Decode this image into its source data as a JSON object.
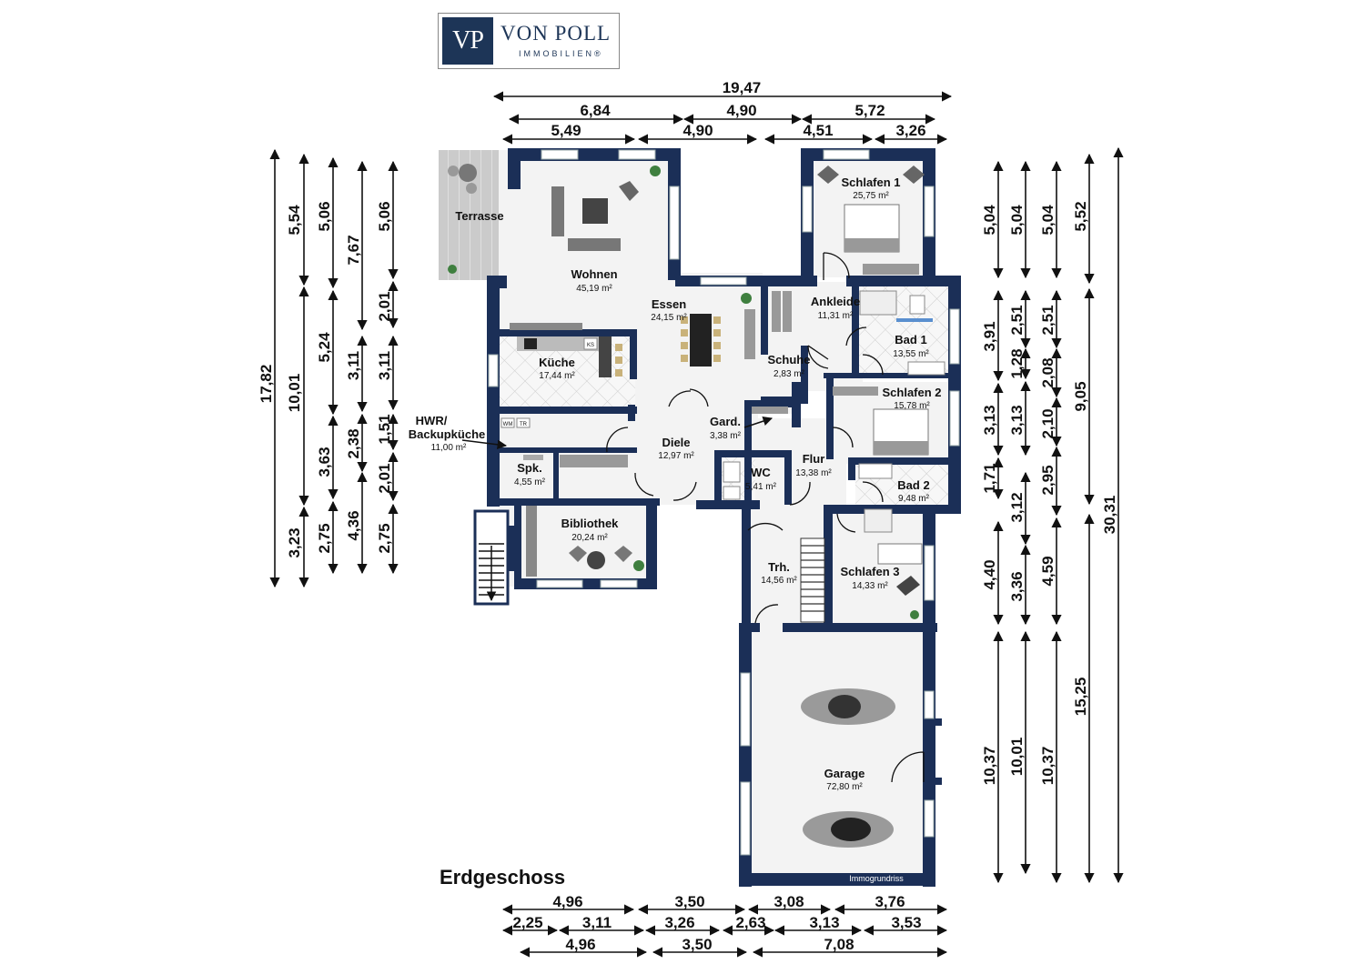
{
  "logo": {
    "mark": "VP",
    "name": "VON POLL",
    "sub": "IMMOBILIEN®"
  },
  "floor_title": "Erdgeschoss",
  "watermark": "Immogrundriss",
  "rooms": {
    "terrasse": {
      "name": "Terrasse"
    },
    "wohnen": {
      "name": "Wohnen",
      "area": "45,19 m²"
    },
    "essen": {
      "name": "Essen",
      "area": "24,15 m²"
    },
    "kueche": {
      "name": "Küche",
      "area": "17,44 m²"
    },
    "hwr": {
      "name1": "HWR/",
      "name2": "Backupküche",
      "area": "11,00 m²"
    },
    "spk": {
      "name": "Spk.",
      "area": "4,55 m²"
    },
    "bibliothek": {
      "name": "Bibliothek",
      "area": "20,24 m²"
    },
    "diele": {
      "name": "Diele",
      "area": "12,97 m²"
    },
    "gard": {
      "name": "Gard.",
      "area": "3,38 m²"
    },
    "wc": {
      "name": "WC",
      "area": "5,41 m²"
    },
    "flur": {
      "name": "Flur",
      "area": "13,38 m²"
    },
    "schuhe": {
      "name": "Schuhe",
      "area": "2,83 m²"
    },
    "ankleide": {
      "name": "Ankleide",
      "area": "11,31 m²"
    },
    "schlafen1": {
      "name": "Schlafen 1",
      "area": "25,75 m²"
    },
    "bad1": {
      "name": "Bad 1",
      "area": "13,55 m²"
    },
    "schlafen2": {
      "name": "Schlafen 2",
      "area": "15,78 m²"
    },
    "bad2": {
      "name": "Bad 2",
      "area": "9,48 m²"
    },
    "trh": {
      "name": "Trh.",
      "area": "14,56 m²"
    },
    "schlafen3": {
      "name": "Schlafen 3",
      "area": "14,33 m²"
    },
    "garage": {
      "name": "Garage",
      "area": "72,80 m²"
    }
  },
  "appliances": {
    "wm": "WM",
    "tr": "TR",
    "ks": "KS"
  },
  "dims": {
    "top": {
      "r1": [
        "19,47"
      ],
      "r2": [
        "6,84",
        "4,90",
        "5,72"
      ],
      "r3": [
        "5,49",
        "4,90",
        "4,51",
        "3,26"
      ]
    },
    "left": {
      "c1": [
        "17,82"
      ],
      "c2": [
        "5,54",
        "10,01",
        "3,23"
      ],
      "c3": [
        "5,06",
        "5,24",
        "3,63",
        "2,75"
      ],
      "c4": [
        "7,67",
        "3,11",
        "2,38",
        "4,36"
      ],
      "c5": [
        "5,06",
        "2,01",
        "3,11",
        "1,51",
        "2,01",
        "2,75"
      ]
    },
    "right": {
      "c1": [
        "5,04",
        "3,91",
        "3,13",
        "1,71",
        "4,40",
        "10,37"
      ],
      "c2": [
        "5,04",
        "2,51",
        "1,28",
        "3,13",
        "3,12",
        "3,36",
        "10,01"
      ],
      "c3": [
        "5,04",
        "2,51",
        "2,08",
        "2,10",
        "2,95",
        "4,59",
        "10,37"
      ],
      "c4": [
        "5,52",
        "9,05",
        "15,25"
      ],
      "c5": [
        "30,31"
      ]
    },
    "bottom": {
      "r1": [
        "4,96",
        "3,50",
        "3,08",
        "3,76"
      ],
      "r2": [
        "2,25",
        "3,11",
        "3,26",
        "2,63",
        "3,13",
        "3,53"
      ],
      "r3": [
        "4,96",
        "3,50",
        "7,08"
      ]
    }
  },
  "colors": {
    "wall": "#1b2f57",
    "floor": "#f4f4f4",
    "tile": "#dedede",
    "deck": "#c9c9c9",
    "arrow": "#111111"
  }
}
